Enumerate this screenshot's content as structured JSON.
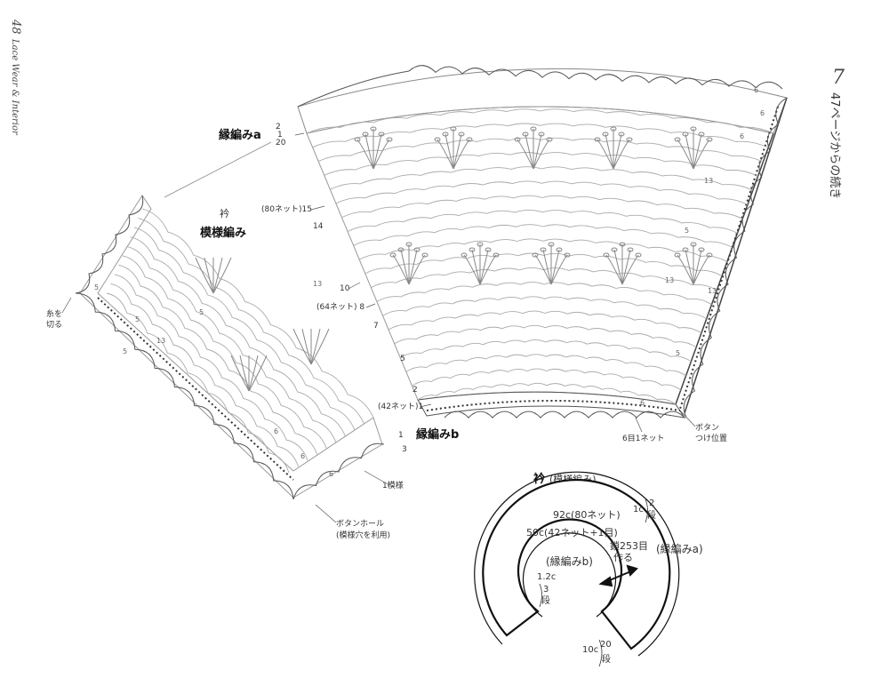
{
  "page": {
    "number": "48",
    "book_title": "Lace Wear & Interior",
    "section_number": "7",
    "section_heading": "47ページからの続き"
  },
  "labels": {
    "edging_a": "縁編みa",
    "collar": "衿",
    "pattern_stitch": "模様編み",
    "edging_b": "縁編みb",
    "cut_yarn_1": "糸を",
    "cut_yarn_2": "切る",
    "one_pattern": "1模様",
    "buttonhole_1": "ボタンホール",
    "buttonhole_2": "(模様穴を利用)",
    "button_pos_1": "ボタン",
    "button_pos_2": "つけ位置",
    "six_st_1net": "6目1ネット"
  },
  "row_labels": {
    "r2_top": "2",
    "r1_top": "1",
    "r20": "20",
    "r15": "(80ネット)15",
    "r14": "14",
    "r10": "10",
    "r8": "(64ネット) 8",
    "r7": "7",
    "r5": "5",
    "r2": "2",
    "r1": "(42ネット)1",
    "b1": "1",
    "b3": "3"
  },
  "schematic": {
    "title_main": "衿",
    "title_sub": "(模様編み)",
    "outer_width": "92c(80ネット)",
    "inner_width": "50c(42ネット+1目)",
    "chain_1": "鎖253目",
    "chain_2": "作る",
    "edging_a": "(縁編みa)",
    "edging_b": "(縁編みb)",
    "top_h": "1c",
    "top_rows_n": "2",
    "top_rows_u": "段",
    "inner_h": "1.2c",
    "inner_rows_n": "3",
    "inner_rows_u": "段",
    "bottom_h": "10c",
    "bottom_rows_n": "20",
    "bottom_rows_u": "段"
  },
  "stitch_numbers": [
    "6",
    "6",
    "6",
    "13",
    "13",
    "13",
    "5",
    "5",
    "5",
    "5",
    "13",
    "13",
    "6",
    "6",
    "6",
    "6",
    "5",
    "5"
  ]
}
